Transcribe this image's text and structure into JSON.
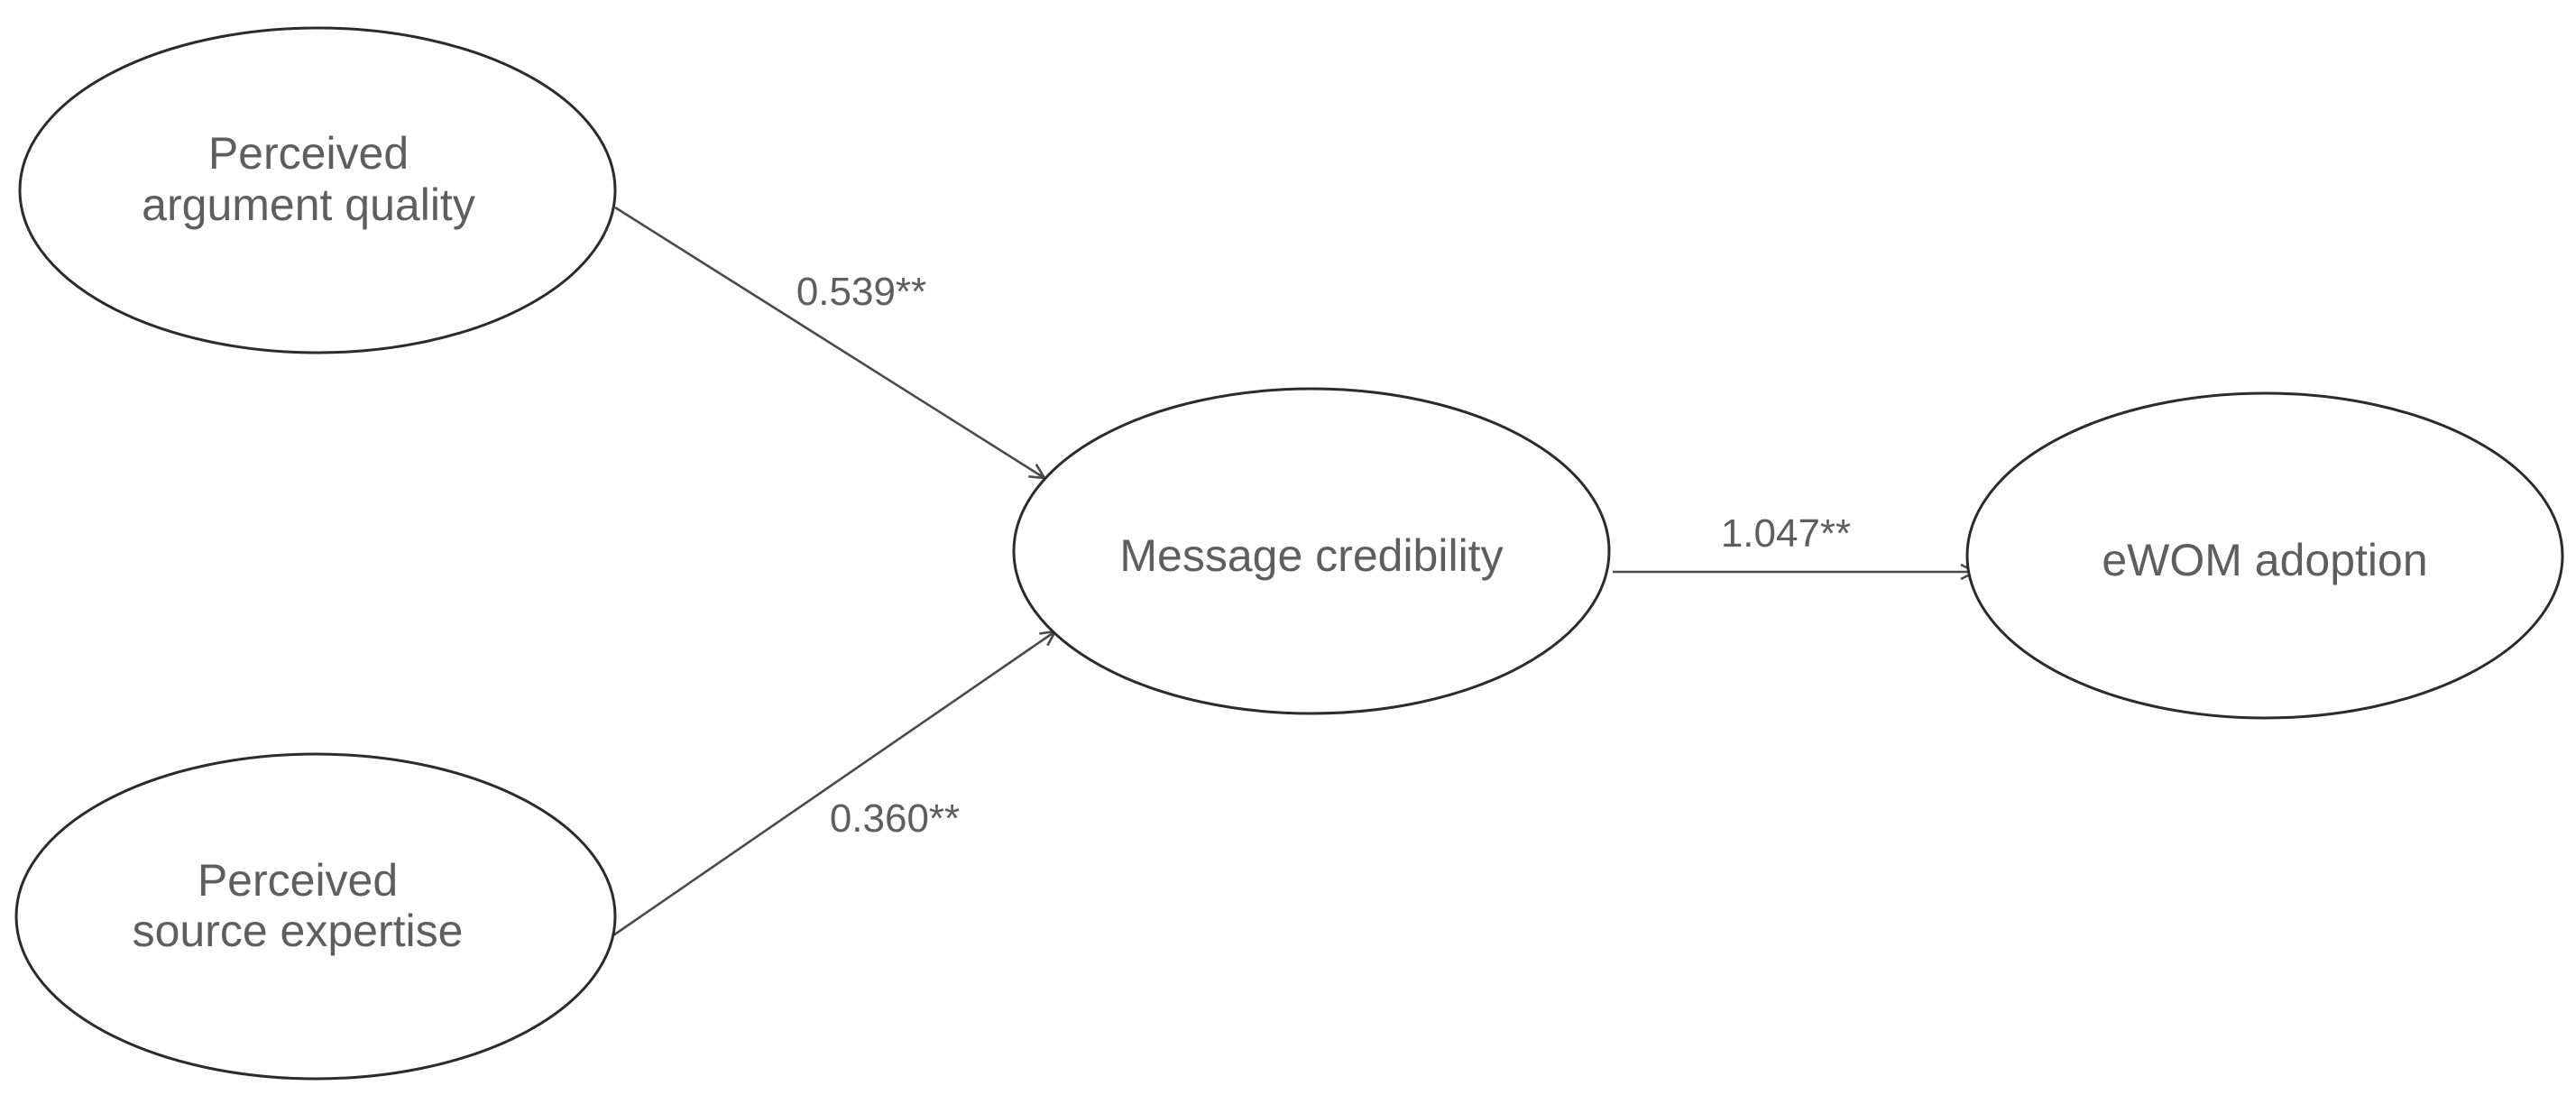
{
  "diagram": {
    "nodes": {
      "argument_quality": {
        "line1": "Perceived",
        "line2": "argument quality"
      },
      "source_expertise": {
        "line1": "Perceived",
        "line2": "source expertise"
      },
      "message_credibility": {
        "label": "Message credibility"
      },
      "ewom_adoption": {
        "label": "eWOM adoption"
      }
    },
    "edges": {
      "quality_to_credibility": {
        "coefficient": "0.539**"
      },
      "expertise_to_credibility": {
        "coefficient": "0.360**"
      },
      "credibility_to_adoption": {
        "coefficient": "1.047**"
      }
    }
  }
}
